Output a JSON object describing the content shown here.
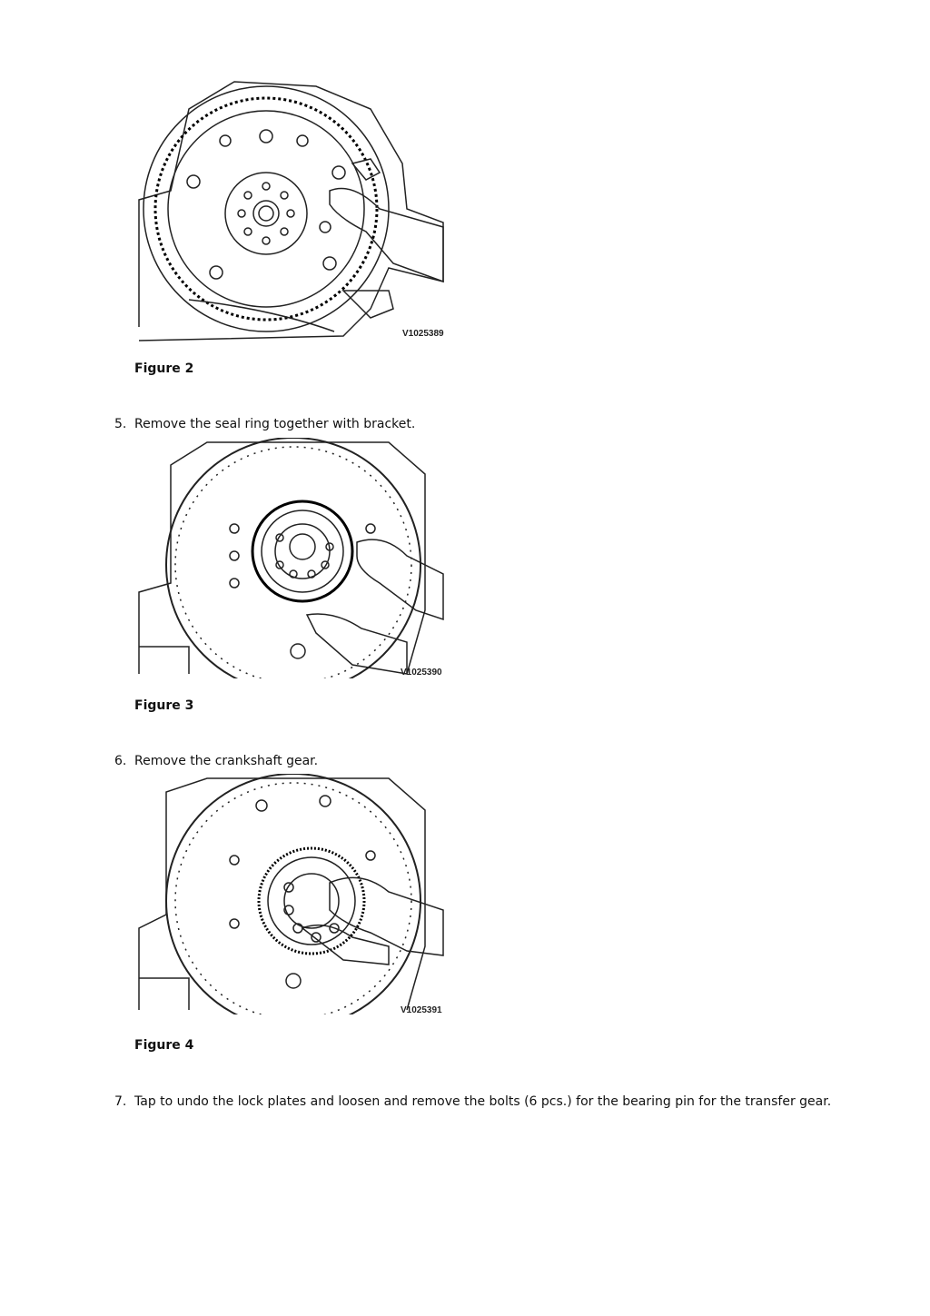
{
  "figures": [
    {
      "code": "V1025389",
      "caption": "Figure 2"
    },
    {
      "code": "V1025390",
      "caption": "Figure 3"
    },
    {
      "code": "V1025391",
      "caption": "Figure 4"
    }
  ],
  "steps": [
    {
      "num": "5.",
      "text": "Remove the seal ring together with bracket."
    },
    {
      "num": "6.",
      "text": "Remove the crankshaft gear."
    },
    {
      "num": "7.",
      "text": "Tap to undo the lock plates and loosen and remove the bolts (6 pcs.) for the bearing pin for the transfer gear."
    }
  ]
}
